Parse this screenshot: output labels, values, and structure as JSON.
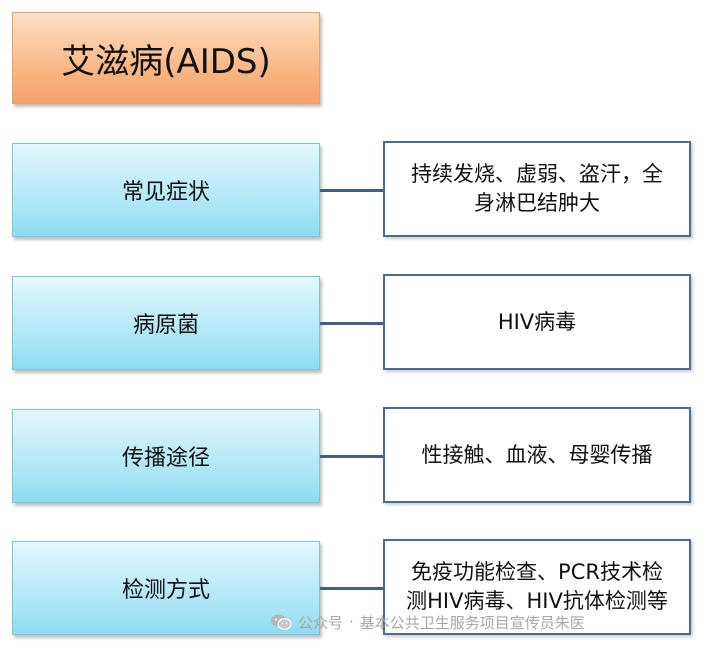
{
  "title": "艾滋病(AIDS)",
  "rows": [
    {
      "category": "常见症状",
      "detail_line1": "持续发烧、虚弱、盗汗，全",
      "detail_line2": "身淋巴结肿大"
    },
    {
      "category": "病原菌",
      "detail_line1": "HIV病毒",
      "detail_line2": ""
    },
    {
      "category": "传播途径",
      "detail_line1": "性接触、血液、母婴传播",
      "detail_line2": ""
    },
    {
      "category": "检测方式",
      "detail_line1": "免疫功能检查、PCR技术检",
      "detail_line2": "测HIV病毒、HIV抗体检测等"
    }
  ],
  "watermark": {
    "prefix": "公众号",
    "separator": "·",
    "account": "基本公共卫生服务项目宣传员朱医"
  },
  "colors": {
    "title_fill": "#f9b27e",
    "category_fill": "#a6e4f6",
    "detail_border": "#4a6a97",
    "connector": "#3f5f8c"
  }
}
